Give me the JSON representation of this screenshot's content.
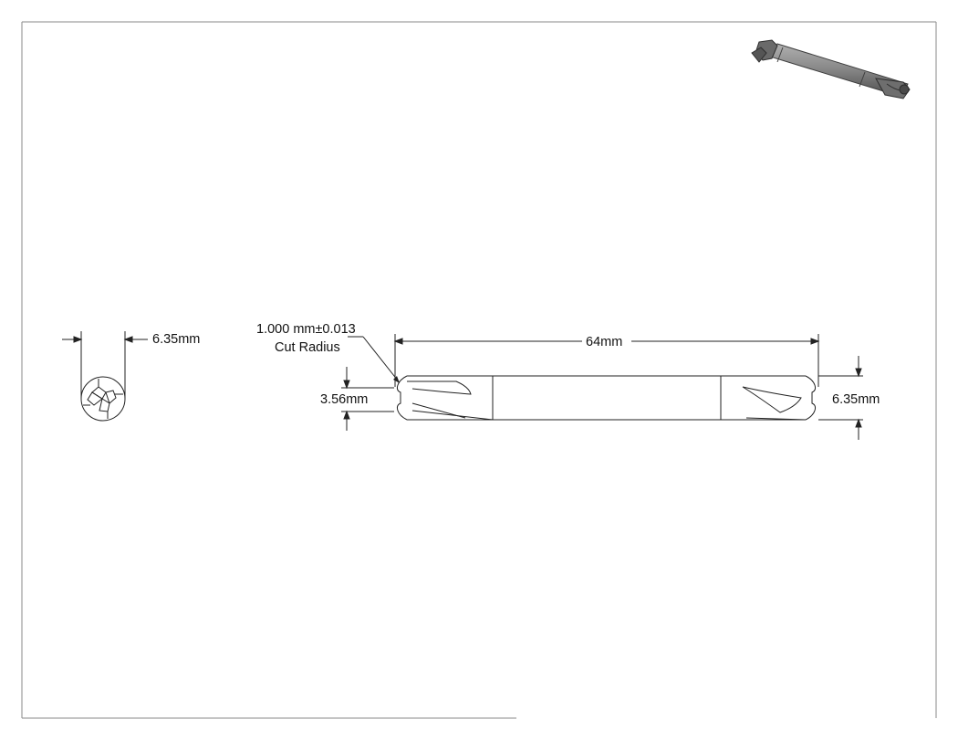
{
  "end_view": {
    "diameter_label": "6.35mm"
  },
  "side_view": {
    "radius_label_line1": "1.000 mm±0.013",
    "radius_label_line2": "Cut Radius",
    "length_label": "64mm",
    "tip_diameter_label": "3.56mm",
    "shank_diameter_label": "6.35mm"
  },
  "colors": {
    "line": "#222222",
    "frame": "#8a8a8a",
    "render_body": "#8c8c8c",
    "render_dark": "#4a4a4a"
  }
}
